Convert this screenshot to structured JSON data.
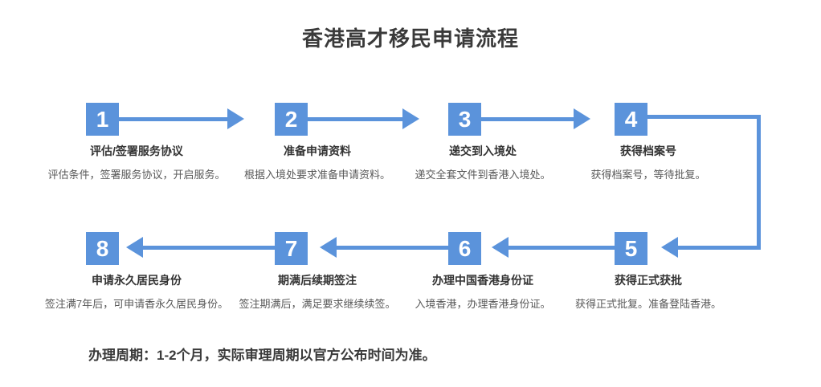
{
  "title": "香港高才移民申请流程",
  "flow": {
    "steps": [
      {
        "number": "1",
        "title": "评估/签署服务协议",
        "description": "评估条件，签署服务协议，开启服务。"
      },
      {
        "number": "2",
        "title": "准备申请资料",
        "description": "根据入境处要求准备申请资料。"
      },
      {
        "number": "3",
        "title": "递交到入境处",
        "description": "递交全套文件到香港入境处。"
      },
      {
        "number": "4",
        "title": "获得档案号",
        "description": "获得档案号，等待批复。"
      },
      {
        "number": "5",
        "title": "获得正式获批",
        "description": "获得正式批复。准备登陆香港。"
      },
      {
        "number": "6",
        "title": "办理中国香港身份证",
        "description": "入境香港，办理香港身份证。"
      },
      {
        "number": "7",
        "title": "期满后续期签注",
        "description": "签注期满后，满足要求继续续签。"
      },
      {
        "number": "8",
        "title": "申请永久居民身份",
        "description": "签注满7年后，可申请香永久居民身份。"
      }
    ]
  },
  "footer": {
    "note": "办理周期：1-2个月，实际审理周期以官方公布时间为准。"
  },
  "colors": {
    "accent": "#5b93db",
    "title_text": "#3a3a3a",
    "step_title_text": "#333333",
    "step_desc_text": "#595959",
    "background": "#ffffff",
    "step_number_text": "#ffffff"
  }
}
